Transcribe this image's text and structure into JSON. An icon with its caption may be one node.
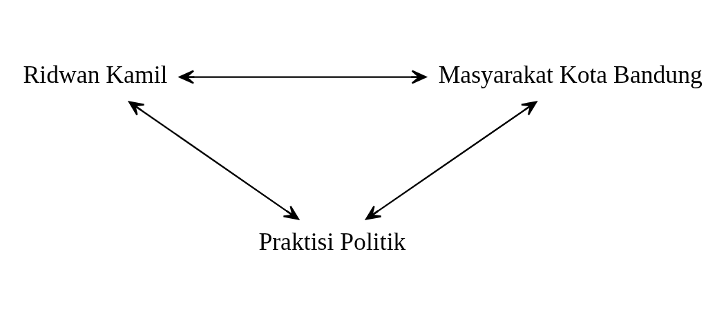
{
  "diagram": {
    "nodes": [
      {
        "text": [
          "Ridwan Kamil"
        ]
      },
      {
        "text": [
          "Masyarakat Kota Bandung"
        ]
      },
      {
        "text": [
          "Praktisi Politik"
        ]
      }
    ],
    "edges": [
      {
        "from": 0,
        "to": 1,
        "arrow": "both"
      },
      {
        "from": 0,
        "to": 2,
        "arrow": "both"
      },
      {
        "from": 1,
        "to": 2,
        "arrow": "both"
      }
    ]
  }
}
